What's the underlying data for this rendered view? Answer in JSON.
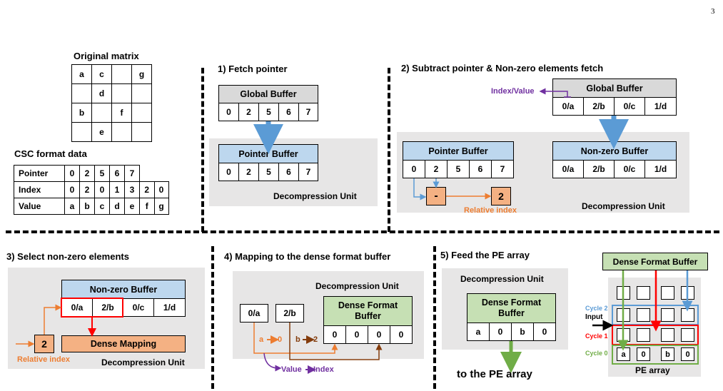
{
  "page_number": "3",
  "original": {
    "title": "Original matrix",
    "rows": [
      [
        "a",
        "c",
        "",
        "g"
      ],
      [
        "",
        "d",
        "",
        ""
      ],
      [
        "b",
        "",
        "f",
        ""
      ],
      [
        "",
        "e",
        "",
        ""
      ]
    ]
  },
  "csc": {
    "title": "CSC format data",
    "rows": [
      {
        "label": "Pointer",
        "cells": [
          "0",
          "2",
          "5",
          "6",
          "7",
          "",
          ""
        ]
      },
      {
        "label": "Index",
        "cells": [
          "0",
          "2",
          "0",
          "1",
          "3",
          "2",
          "0"
        ]
      },
      {
        "label": "Value",
        "cells": [
          "a",
          "b",
          "c",
          "d",
          "e",
          "f",
          "g"
        ]
      }
    ]
  },
  "step1": {
    "title": "1) Fetch pointer",
    "global_buffer": "Global Buffer",
    "global_cells": [
      "0",
      "2",
      "5",
      "6",
      "7"
    ],
    "pointer_buffer": "Pointer Buffer",
    "pointer_cells": [
      "0",
      "2",
      "5",
      "6",
      "7"
    ],
    "unit": "Decompression Unit"
  },
  "step2": {
    "title": "2) Subtract pointer & Non-zero elements fetch",
    "global_buffer": "Global Buffer",
    "global_cells": [
      "0/a",
      "2/b",
      "0/c",
      "1/d"
    ],
    "index_value_label": "Index/Value",
    "pointer_buffer": "Pointer Buffer",
    "pointer_cells": [
      "0",
      "2",
      "5",
      "6",
      "7"
    ],
    "nonzero_buffer": "Non-zero Buffer",
    "nonzero_cells": [
      "0/a",
      "2/b",
      "0/c",
      "1/d"
    ],
    "minus": "-",
    "result": "2",
    "relative_index": "Relative index",
    "unit": "Decompression Unit"
  },
  "step3": {
    "title": "3) Select non-zero elements",
    "nonzero_buffer": "Non-zero Buffer",
    "nonzero_cells": [
      "0/a",
      "2/b",
      "0/c",
      "1/d"
    ],
    "relative_value": "2",
    "relative_index": "Relative index",
    "dense_mapping": "Dense Mapping",
    "unit": "Decompression Unit"
  },
  "step4": {
    "title": "4) Mapping to the dense format buffer",
    "unit": "Decompression Unit",
    "input_cells": [
      "0/a",
      "2/b"
    ],
    "dense_buffer": [
      "Dense Format",
      "Buffer"
    ],
    "dense_cells": [
      "0",
      "0",
      "0",
      "0"
    ],
    "map_a_from": "a",
    "map_a_to": "0",
    "map_b_from": "b",
    "map_b_to": "2",
    "value_label": "Value",
    "index_label": "Index"
  },
  "step5": {
    "title": "5) Feed the PE array",
    "unit": "Decompression Unit",
    "dense_buffer": [
      "Dense Format",
      "Buffer"
    ],
    "dense_cells": [
      "a",
      "0",
      "b",
      "0"
    ],
    "to_pe": "to the PE array",
    "top_buffer": "Dense Format Buffer",
    "cycle2": "Cycle 2",
    "cycle1": "Cycle 1",
    "cycle0": "Cycle 0",
    "input": "Input",
    "pe_bottom": [
      "a",
      "0",
      "b",
      "0"
    ],
    "pe_array": "PE array"
  },
  "colors": {
    "gray": "#d9d9d9",
    "blue": "#bdd7ee",
    "green": "#c6e0b4",
    "orange": "#f4b183",
    "panel": "#e7e6e6",
    "arrow_blue": "#5b9bd5",
    "arrow_orange": "#ed7d31",
    "arrow_purple": "#7030a0",
    "arrow_red": "#ff0000",
    "arrow_green": "#70ad47",
    "arrow_brown": "#843c0c"
  }
}
